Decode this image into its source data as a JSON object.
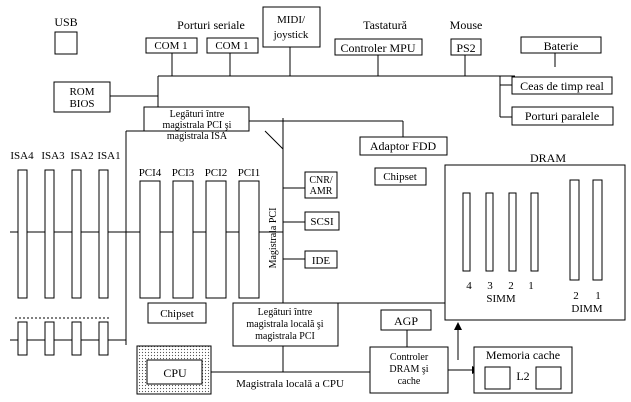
{
  "labels": {
    "usb": "USB",
    "porturi_seriale": "Porturi seriale",
    "com1_a": "COM 1",
    "com1_b": "COM 1",
    "midi_line1": "MIDI/",
    "midi_line2": "joystick",
    "tastatura": "Tastatură",
    "controler_mpu": "Controler MPU",
    "mouse": "Mouse",
    "ps2": "PS2",
    "baterie": "Baterie",
    "ceas": "Ceas de timp real",
    "rom_line1": "ROM",
    "rom_line2": "BIOS",
    "pci_isa_line1": "Legături între",
    "pci_isa_line2": "magistrala PCI şi",
    "pci_isa_line3": "magistrala ISA",
    "porturi_paralele": "Porturi paralele",
    "adaptor_fdd": "Adaptor FDD",
    "dram": "DRAM",
    "isa4": "ISA4",
    "isa3": "ISA3",
    "isa2": "ISA2",
    "isa1": "ISA1",
    "pci4": "PCI4",
    "pci3": "PCI3",
    "pci2": "PCI2",
    "pci1": "PCI1",
    "cnr_line1": "CNR/",
    "cnr_line2": "AMR",
    "chipset_top": "Chipset",
    "scsi": "SCSI",
    "ide": "IDE",
    "magistrala_pci": "Magistrala PCI",
    "simm_4": "4",
    "simm_3": "3",
    "simm_2": "2",
    "simm_1": "1",
    "simm": "SIMM",
    "dimm_2": "2",
    "dimm_1": "1",
    "dimm": "DIMM",
    "chipset_bottom": "Chipset",
    "local_pci_line1": "Legături între",
    "local_pci_line2": "magistrala locală şi",
    "local_pci_line3": "magistrala PCI",
    "agp": "AGP",
    "dram_ctrl_line1": "Controler",
    "dram_ctrl_line2": "DRAM şi",
    "dram_ctrl_line3": "cache",
    "memoria_cache": "Memoria cache",
    "l2": "L2",
    "cpu": "CPU",
    "magistrala_locala": "Magistrala locală a CPU"
  }
}
